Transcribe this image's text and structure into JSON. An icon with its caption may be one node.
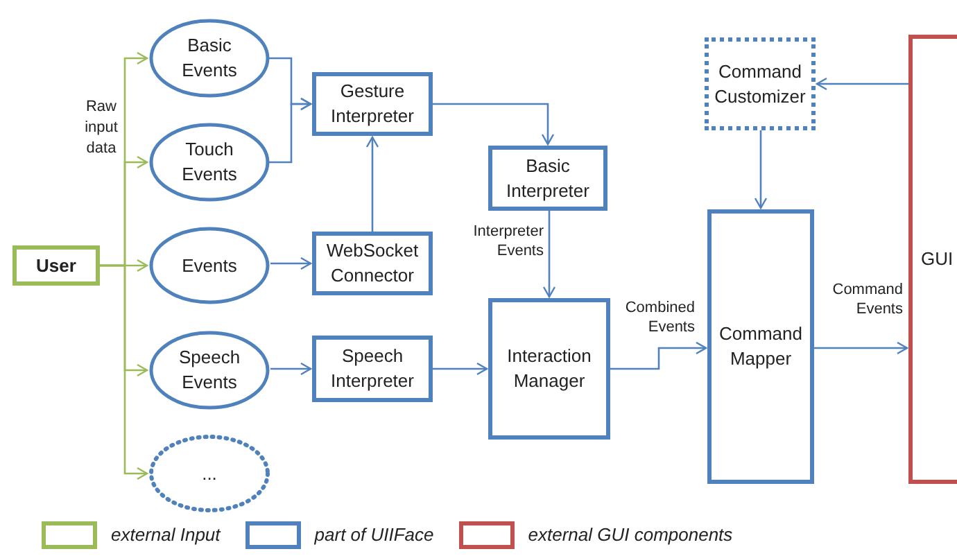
{
  "diagram": {
    "nodes": [
      {
        "text": [
          "User"
        ]
      },
      {
        "text": [
          "Basic Events"
        ]
      },
      {
        "text": [
          "Touch Events"
        ]
      },
      {
        "text": [
          "Events"
        ]
      },
      {
        "text": [
          "Speech Events"
        ]
      },
      {
        "text": [
          "..."
        ]
      },
      {
        "text": [
          "Gesture Interpreter"
        ]
      },
      {
        "text": [
          "WebSocket Connector"
        ]
      },
      {
        "text": [
          "Speech Interpreter"
        ]
      },
      {
        "text": [
          "Basic Interpreter"
        ]
      },
      {
        "text": [
          "Interaction Manager"
        ]
      },
      {
        "text": [
          "Command Customizer"
        ]
      },
      {
        "text": [
          "Command Mapper"
        ]
      },
      {
        "text": [
          "GUI"
        ]
      }
    ],
    "edges": [
      {
        "from": 0,
        "to": 1,
        "arrow": "to",
        "color": "#9bbb59"
      },
      {
        "from": 0,
        "to": 2,
        "arrow": "to",
        "color": "#9bbb59"
      },
      {
        "from": 0,
        "to": 3,
        "arrow": "to",
        "color": "#9bbb59"
      },
      {
        "from": 0,
        "to": 4,
        "arrow": "to",
        "color": "#9bbb59"
      },
      {
        "from": 0,
        "to": 5,
        "arrow": "to",
        "color": "#9bbb59"
      },
      {
        "from": 1,
        "to": 6,
        "arrow": "to"
      },
      {
        "from": 2,
        "to": 6,
        "arrow": "to"
      },
      {
        "from": 3,
        "to": 7,
        "arrow": "to"
      },
      {
        "from": 7,
        "to": 6,
        "arrow": "to"
      },
      {
        "from": 4,
        "to": 8,
        "arrow": "to"
      },
      {
        "from": 6,
        "to": 9,
        "arrow": "to"
      },
      {
        "from": 9,
        "to": 10,
        "arrow": "to",
        "label": "Interpreter Events"
      },
      {
        "from": 8,
        "to": 10,
        "arrow": "to"
      },
      {
        "from": 10,
        "to": 12,
        "arrow": "to",
        "label": "Combined Events"
      },
      {
        "from": 11,
        "to": 12,
        "arrow": "to"
      },
      {
        "from": 13,
        "to": 11,
        "arrow": "to"
      },
      {
        "from": 12,
        "to": 13,
        "arrow": "to",
        "label": "Command Events"
      }
    ],
    "labels": [
      "Raw input data"
    ],
    "legend": [
      {
        "text": "external Input",
        "color": "#9bbb59"
      },
      {
        "text": "part of UIIFace",
        "color": "#4f81bd"
      },
      {
        "text": "external GUI components",
        "color": "#c0504d"
      }
    ]
  }
}
